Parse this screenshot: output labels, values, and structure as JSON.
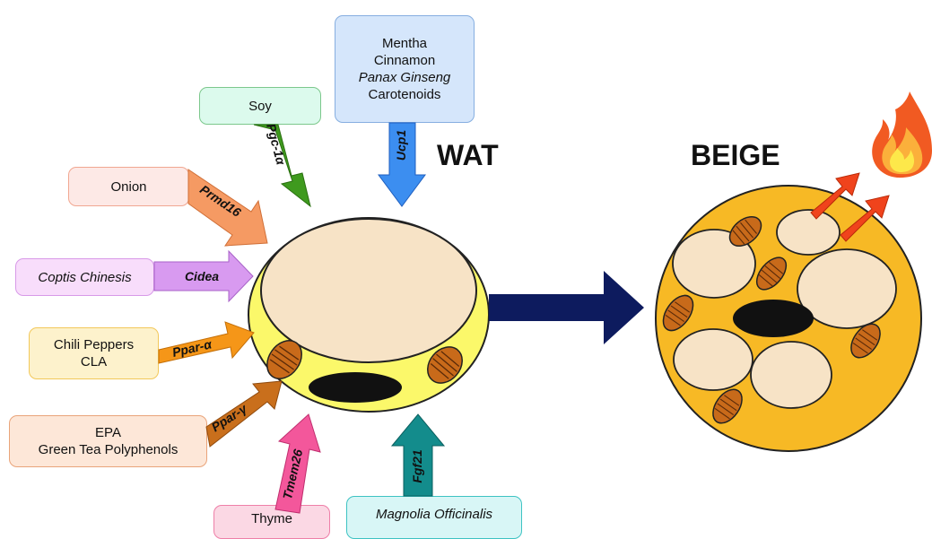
{
  "labels": {
    "wat": "WAT",
    "beige": "BEIGE"
  },
  "sources": {
    "mentha": [
      "Mentha",
      "Cinnamon",
      "Panax Ginseng",
      "Carotenoids"
    ],
    "soy": "Soy",
    "onion": "Onion",
    "coptis": "Coptis Chinesis",
    "chili": [
      "Chili Peppers",
      "CLA"
    ],
    "epa": [
      "EPA",
      "Green Tea Polyphenols"
    ],
    "thyme": "Thyme",
    "magnolia": "Magnolia Officinalis"
  },
  "genes": {
    "ucp1": "Ucp1",
    "pgc": "Pgc-1α",
    "prmd16": "Prmd16",
    "cidea": "Cidea",
    "pparA": "Ppar-α",
    "pparG": "Ppar-γ",
    "tmem26": "Tmem26",
    "fgf21": "Fgf21"
  },
  "colors": {
    "mentha": "#d5e6fb",
    "ucp1": "#3c8ef0",
    "soy": "#dcfaed",
    "pgc": "#3f9a1e",
    "onion": "#fde9e6",
    "prmd16": "#f59a63",
    "coptis": "#f8ddfb",
    "cidea": "#d89af0",
    "chili": "#fdf2cc",
    "pparA": "#f59618",
    "epa": "#fde7d8",
    "pparG": "#c96f1c",
    "thyme": "#fbd8e4",
    "tmem26": "#f3579b",
    "magnolia": "#d8f6f6",
    "fgf21": "#138c8c",
    "wat_fill": "#fbf86a",
    "beige_fill": "#f7b925",
    "main_arrow": "#0d1b5e"
  }
}
